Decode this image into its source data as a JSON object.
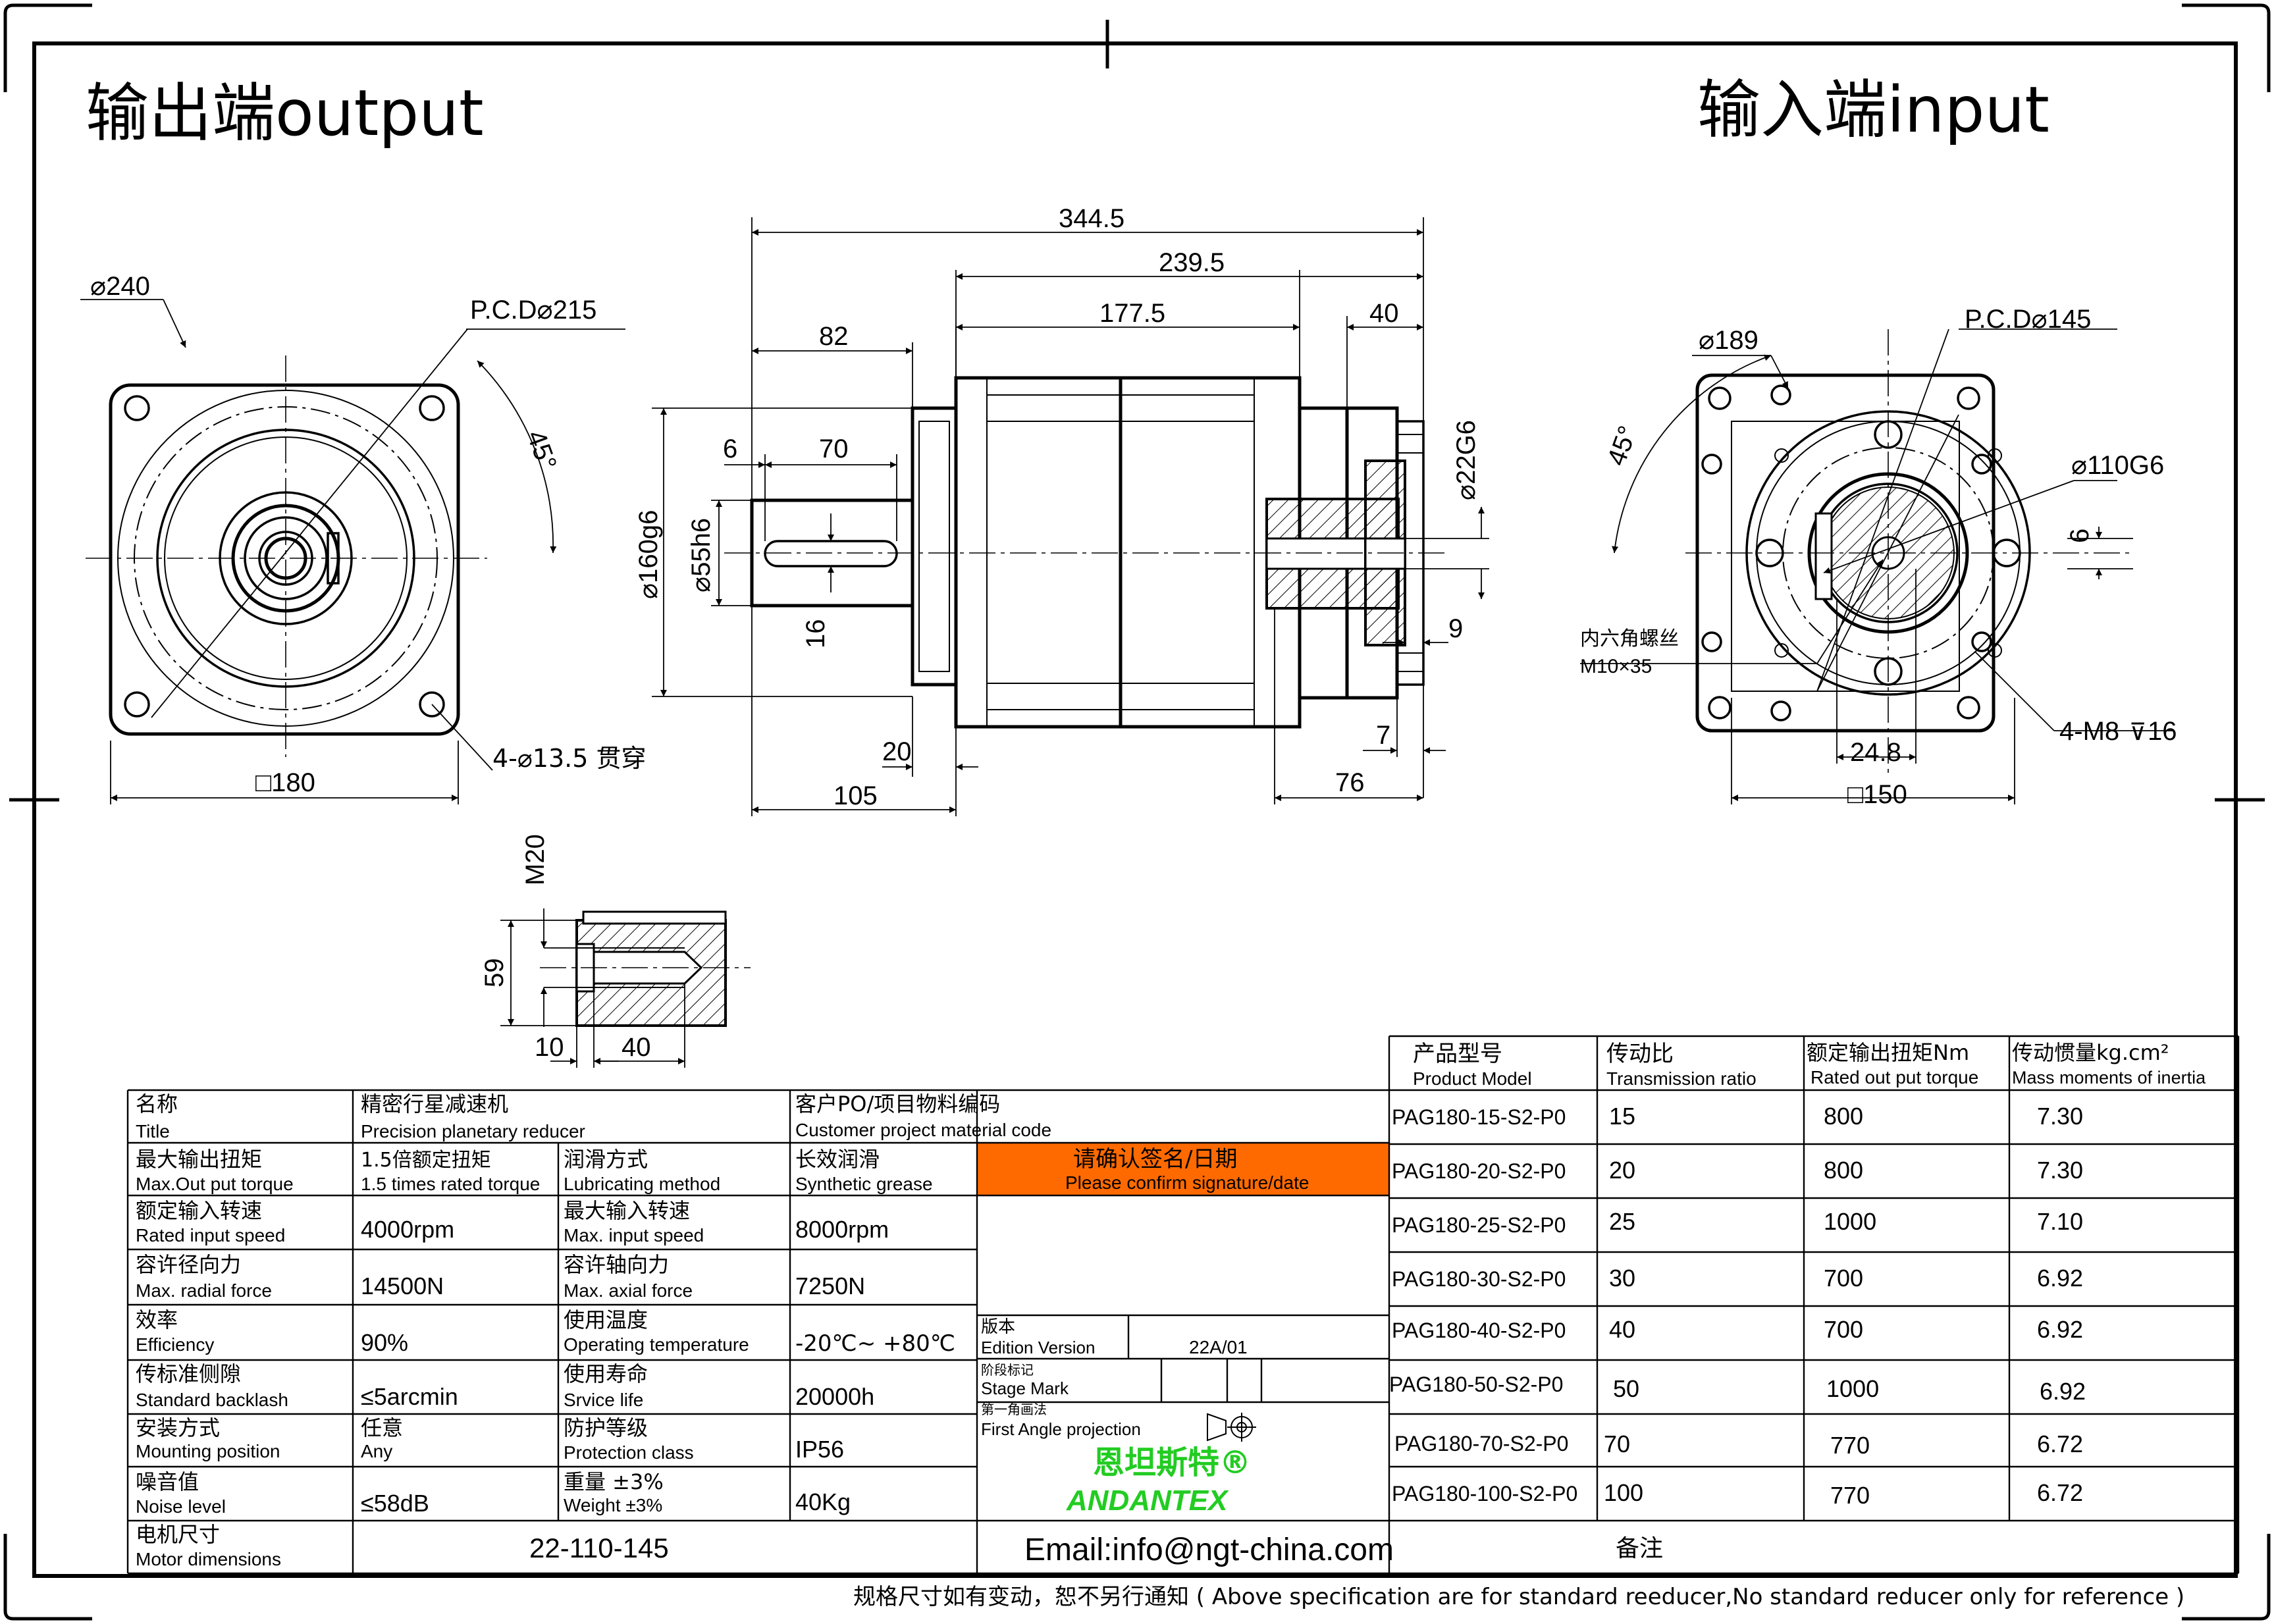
{
  "headings": {
    "output": "输出端output",
    "input": "输入端input"
  },
  "dims": {
    "outer_dia": "⌀240",
    "pcd_out": "P.C.D⌀215",
    "angle_out": "45°",
    "square_out": "□180",
    "holes_out": "4-⌀13.5 贯穿",
    "len_total": "344.5",
    "len_239": "239.5",
    "len_177": "177.5",
    "len_40": "40",
    "len_82": "82",
    "len_6": "6",
    "len_70": "70",
    "dia_160": "⌀160g6",
    "dia_55": "⌀55h6",
    "len_16": "16",
    "dia_22": "⌀22G6",
    "len_9": "9",
    "len_7": "7",
    "len_20": "20",
    "len_105": "105",
    "len_76": "76",
    "dia_189": "⌀189",
    "pcd_in": "P.C.D⌀145",
    "dia_110": "⌀110G6",
    "angle_in": "45°",
    "len_6b": "6",
    "hex_screw_cn": "内六角螺丝",
    "hex_screw": "M10×35",
    "len_24": "24.8",
    "holes_in": "4-M8",
    "holes_in_depth": "16",
    "square_in": "□150",
    "thread": "M20",
    "len_59": "59",
    "len_10": "10",
    "len_40b": "40"
  },
  "spec": {
    "title_cn": "名称",
    "title_en": "Title",
    "title_val_cn": "精密行星减速机",
    "title_val_en": "Precision planetary reducer",
    "cust_cn": "客户PO/项目物料编码",
    "cust_en": "Customer project material code",
    "maxout_cn": "最大输出扭矩",
    "maxout_en": "Max.Out put torque",
    "maxout_val_cn": "1.5倍额定扭矩",
    "maxout_val_en": "1.5 times rated torque",
    "lub_cn": "润滑方式",
    "lub_en": "Lubricating method",
    "lub_val_cn": "长效润滑",
    "lub_val_en": "Synthetic grease",
    "confirm_cn": "请确认签名/日期",
    "confirm_en": "Please confirm signature/date",
    "rin_cn": "额定输入转速",
    "rin_en": "Rated input speed",
    "rin_val": "4000rpm",
    "maxin_cn": "最大输入转速",
    "maxin_en": "Max. input speed",
    "maxin_val": "8000rpm",
    "rad_cn": "容许径向力",
    "rad_en": "Max. radial force",
    "rad_val": "14500N",
    "ax_cn": "容许轴向力",
    "ax_en": "Max. axial force",
    "ax_val": "7250N",
    "eff_cn": "效率",
    "eff_en": "Efficiency",
    "eff_val": "90%",
    "temp_cn": "使用温度",
    "temp_en": "Operating temperature",
    "temp_val": "-20℃~ +80℃",
    "bl_cn": "传标准侧隙",
    "bl_en": "Standard backlash",
    "bl_val": "≤5arcmin",
    "life_cn": "使用寿命",
    "life_en": "Srvice life",
    "life_val": "20000h",
    "mount_cn": "安装方式",
    "mount_en": "Mounting position",
    "mount_val_cn": "任意",
    "mount_val_en": "Any",
    "prot_cn": "防护等级",
    "prot_en": "Protection class",
    "prot_val": "IP56",
    "noise_cn": "噪音值",
    "noise_en": "Noise level",
    "noise_val": "≤58dB",
    "wt_cn": "重量 ±3%",
    "wt_en": "Weight ±3%",
    "wt_val": "40Kg",
    "motor_cn": "电机尺寸",
    "motor_en": "Motor dimensions",
    "motor_val": "22-110-145",
    "ed_cn": "版本",
    "ed_en": "Edition Version",
    "ed_val": "22A/01",
    "stage_cn": "阶段标记",
    "stage_en": "Stage Mark",
    "proj_cn": "第一角画法",
    "proj_en": "First Angle projection",
    "brand_cn": "恩坦斯特®",
    "brand_en": "ANDANTEX",
    "email": "Email:info@ngt-china.com",
    "remark": "备注"
  },
  "models": {
    "headers": [
      {
        "cn": "产品型号",
        "en": "Product Model"
      },
      {
        "cn": "传动比",
        "en": "Transmission ratio"
      },
      {
        "cn": "额定输出扭矩Nm",
        "en": "Rated out put torque"
      },
      {
        "cn": "传动惯量kg.cm²",
        "en": "Mass moments of inertia"
      }
    ],
    "rows": [
      [
        "PAG180-15-S2-P0",
        "15",
        "800",
        "7.30"
      ],
      [
        "PAG180-20-S2-P0",
        "20",
        "800",
        "7.30"
      ],
      [
        "PAG180-25-S2-P0",
        "25",
        "1000",
        "7.10"
      ],
      [
        "PAG180-30-S2-P0",
        "30",
        "700",
        "6.92"
      ],
      [
        "PAG180-40-S2-P0",
        "40",
        "700",
        "6.92"
      ],
      [
        "PAG180-50-S2-P0",
        "50",
        "1000",
        "6.92"
      ],
      [
        "PAG180-70-S2-P0",
        "70",
        "770",
        "6.72"
      ],
      [
        "PAG180-100-S2-P0",
        "100",
        "770",
        "6.72"
      ]
    ]
  },
  "footer": "规格尺寸如有变动，恕不另行通知 ( Above specification are for standard reeducer,No standard reducer only for reference )",
  "colors": {
    "confirm_bg": "#ff6a00",
    "brand_green": "#22cc22"
  }
}
